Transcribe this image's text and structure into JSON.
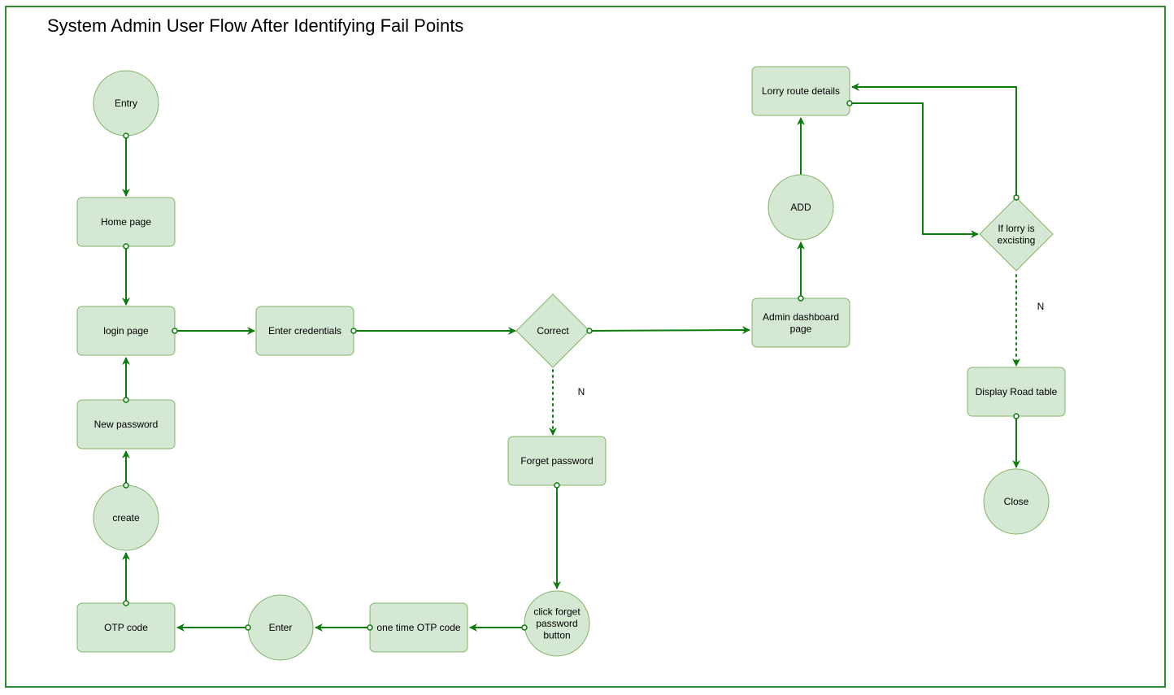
{
  "title": "System Admin User Flow After Identifying Fail Points",
  "colors": {
    "node_fill": "#d5e8d4",
    "node_stroke": "#82b366",
    "edge": "#0a7d0a",
    "frame": "#2e8b2e"
  },
  "nodes": [
    {
      "id": "entry",
      "shape": "circle",
      "lines": [
        "Entry"
      ]
    },
    {
      "id": "home",
      "shape": "rect",
      "lines": [
        "Home page"
      ]
    },
    {
      "id": "login",
      "shape": "rect",
      "lines": [
        "login page"
      ]
    },
    {
      "id": "newpw",
      "shape": "rect",
      "lines": [
        "New password"
      ]
    },
    {
      "id": "create",
      "shape": "circle",
      "lines": [
        "create"
      ]
    },
    {
      "id": "otp",
      "shape": "rect",
      "lines": [
        "OTP code"
      ]
    },
    {
      "id": "enter",
      "shape": "circle",
      "lines": [
        "Enter"
      ]
    },
    {
      "id": "onetime",
      "shape": "rect",
      "lines": [
        "one time OTP code"
      ]
    },
    {
      "id": "clickforget",
      "shape": "circle",
      "lines": [
        "click forget",
        "password",
        "button"
      ]
    },
    {
      "id": "forget",
      "shape": "rect",
      "lines": [
        "Forget password"
      ]
    },
    {
      "id": "creds",
      "shape": "rect",
      "lines": [
        "Enter credentials"
      ]
    },
    {
      "id": "correct",
      "shape": "diamond",
      "lines": [
        "Correct"
      ]
    },
    {
      "id": "dashboard",
      "shape": "rect",
      "lines": [
        "Admin dashboard",
        "page"
      ]
    },
    {
      "id": "add",
      "shape": "circle",
      "lines": [
        "ADD"
      ]
    },
    {
      "id": "lorry",
      "shape": "rect",
      "lines": [
        "Lorry route details"
      ]
    },
    {
      "id": "iflorry",
      "shape": "diamond",
      "lines": [
        "If lorry is",
        "excisting"
      ]
    },
    {
      "id": "roadtable",
      "shape": "rect",
      "lines": [
        "Display Road table"
      ]
    },
    {
      "id": "close",
      "shape": "circle",
      "lines": [
        "Close"
      ]
    }
  ],
  "edges": [
    {
      "from": "entry",
      "to": "home",
      "style": "solid",
      "label": ""
    },
    {
      "from": "home",
      "to": "login",
      "style": "solid",
      "label": ""
    },
    {
      "from": "login",
      "to": "creds",
      "style": "solid",
      "label": ""
    },
    {
      "from": "creds",
      "to": "correct",
      "style": "solid",
      "label": ""
    },
    {
      "from": "correct",
      "to": "dashboard",
      "style": "solid",
      "label": ""
    },
    {
      "from": "correct",
      "to": "forget",
      "style": "dotted",
      "label": "N"
    },
    {
      "from": "forget",
      "to": "clickforget",
      "style": "solid",
      "label": ""
    },
    {
      "from": "clickforget",
      "to": "onetime",
      "style": "solid",
      "label": ""
    },
    {
      "from": "onetime",
      "to": "enter",
      "style": "solid",
      "label": ""
    },
    {
      "from": "enter",
      "to": "otp",
      "style": "solid",
      "label": ""
    },
    {
      "from": "otp",
      "to": "create",
      "style": "solid",
      "label": ""
    },
    {
      "from": "create",
      "to": "newpw",
      "style": "solid",
      "label": ""
    },
    {
      "from": "newpw",
      "to": "login",
      "style": "solid",
      "label": ""
    },
    {
      "from": "dashboard",
      "to": "add",
      "style": "solid",
      "label": ""
    },
    {
      "from": "add",
      "to": "lorry",
      "style": "solid",
      "label": ""
    },
    {
      "from": "lorry",
      "to": "iflorry",
      "style": "solid",
      "label": ""
    },
    {
      "from": "iflorry",
      "to": "lorry",
      "style": "solid",
      "label": ""
    },
    {
      "from": "iflorry",
      "to": "roadtable",
      "style": "dotted",
      "label": "N"
    },
    {
      "from": "roadtable",
      "to": "close",
      "style": "solid",
      "label": ""
    }
  ]
}
